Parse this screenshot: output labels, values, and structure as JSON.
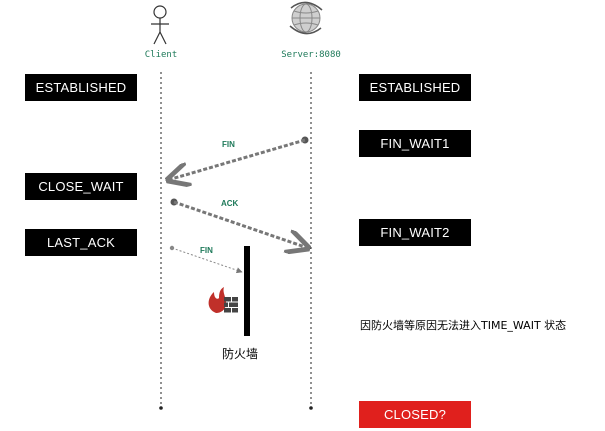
{
  "actors": {
    "client": {
      "label": "Client",
      "icon": "stick-figure-icon"
    },
    "server": {
      "label": "Server:8080",
      "icon": "globe-icon"
    }
  },
  "client_states": {
    "established": "ESTABLISHED",
    "close_wait": "CLOSE_WAIT",
    "last_ack": "LAST_ACK"
  },
  "server_states": {
    "established": "ESTABLISHED",
    "fin_wait1": "FIN_WAIT1",
    "fin_wait2": "FIN_WAIT2",
    "closed": "CLOSED?"
  },
  "messages": {
    "fin1": "FIN",
    "ack": "ACK",
    "fin2": "FIN"
  },
  "firewall": {
    "label": "防火墙",
    "icon": "firewall-icon"
  },
  "note": "因防火墙等原因无法进入TIME_WAIT 状态",
  "colors": {
    "state_bg": "#000000",
    "closed_bg": "#e0201d",
    "label_green": "#1f7a5a",
    "arrow_gray": "#777777",
    "flame_red": "#c0302a"
  }
}
